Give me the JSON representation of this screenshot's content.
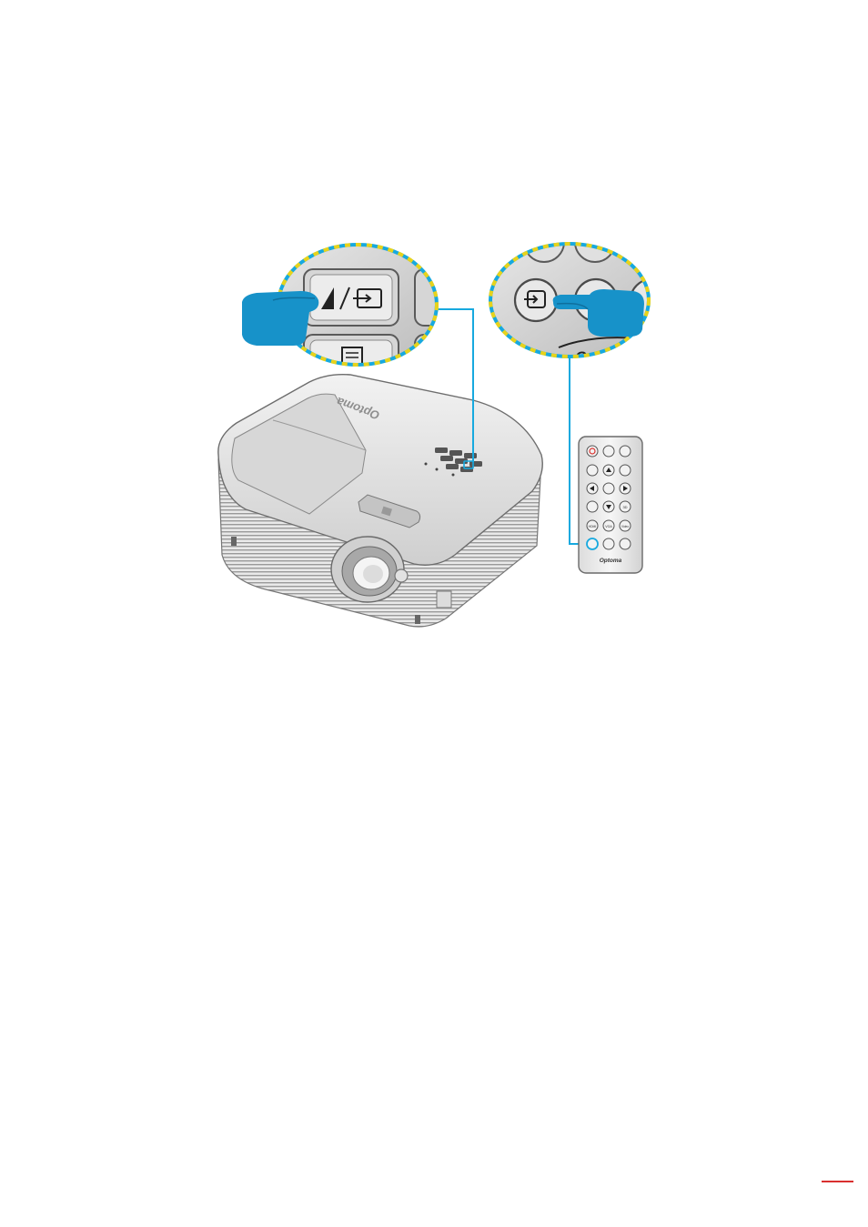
{
  "brand": {
    "logo_text": "Optoma",
    "zoom_logo_text": "Opto"
  },
  "remote": {
    "labels": {
      "hdmi": "HDMI",
      "vga": "VGA",
      "video": "Video",
      "three_d": "3D"
    }
  },
  "colors": {
    "highlight_cyan": "#17a9df",
    "dash_yellow": "#e8d31b",
    "hand_blue": "#1792c9",
    "power_red": "#d8322f",
    "footer_rule": "#d9302f"
  },
  "icons": [
    "hand-icon",
    "source-icon",
    "left-arrow-icon",
    "menu-icon",
    "power-icon",
    "up-arrow-icon",
    "down-arrow-icon",
    "right-arrow-icon"
  ]
}
